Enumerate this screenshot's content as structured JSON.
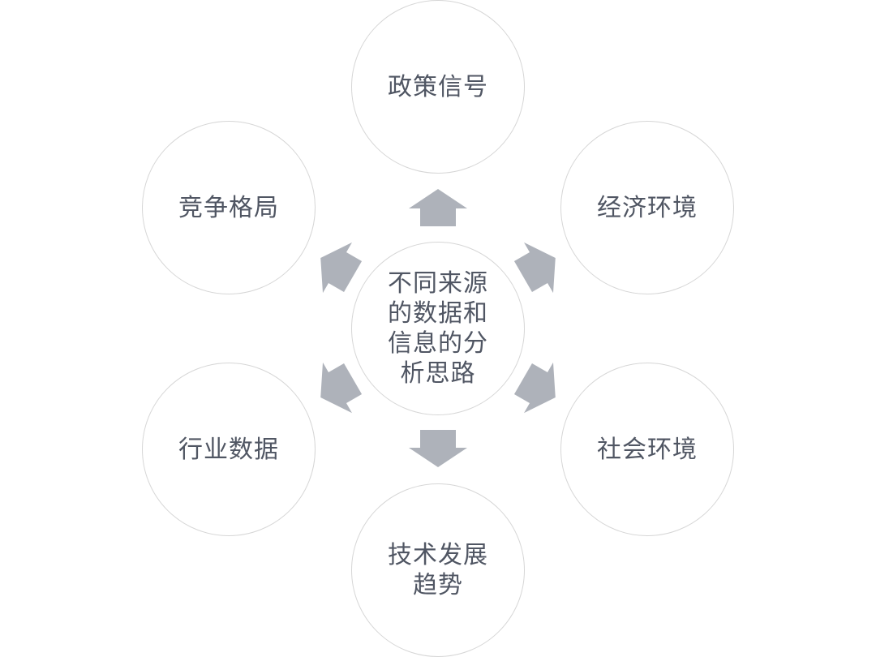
{
  "diagram": {
    "center": "不同来源\n的数据和\n信息的分\n析思路",
    "top": "政策信号",
    "upper_left": "竞争格局",
    "upper_right": "经济环境",
    "lower_left": "行业数据",
    "lower_right": "社会环境",
    "bottom": "技术发展\n趋势"
  },
  "colors": {
    "text": "#505663",
    "arrow": "#aeb2ba",
    "circle_border": "#d6d6d6"
  }
}
